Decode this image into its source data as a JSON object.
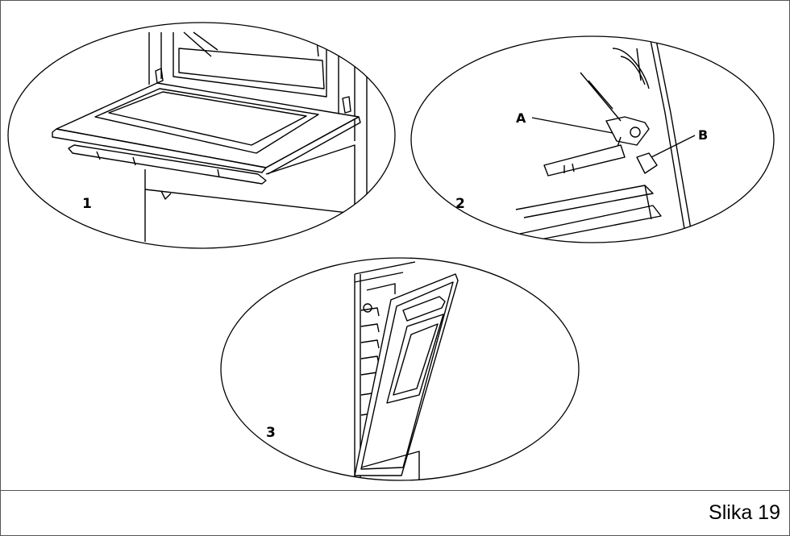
{
  "figure": {
    "caption": "Slika 19",
    "steps": [
      {
        "number": "1"
      },
      {
        "number": "2",
        "callouts": [
          "A",
          "B"
        ]
      },
      {
        "number": "3"
      }
    ]
  }
}
